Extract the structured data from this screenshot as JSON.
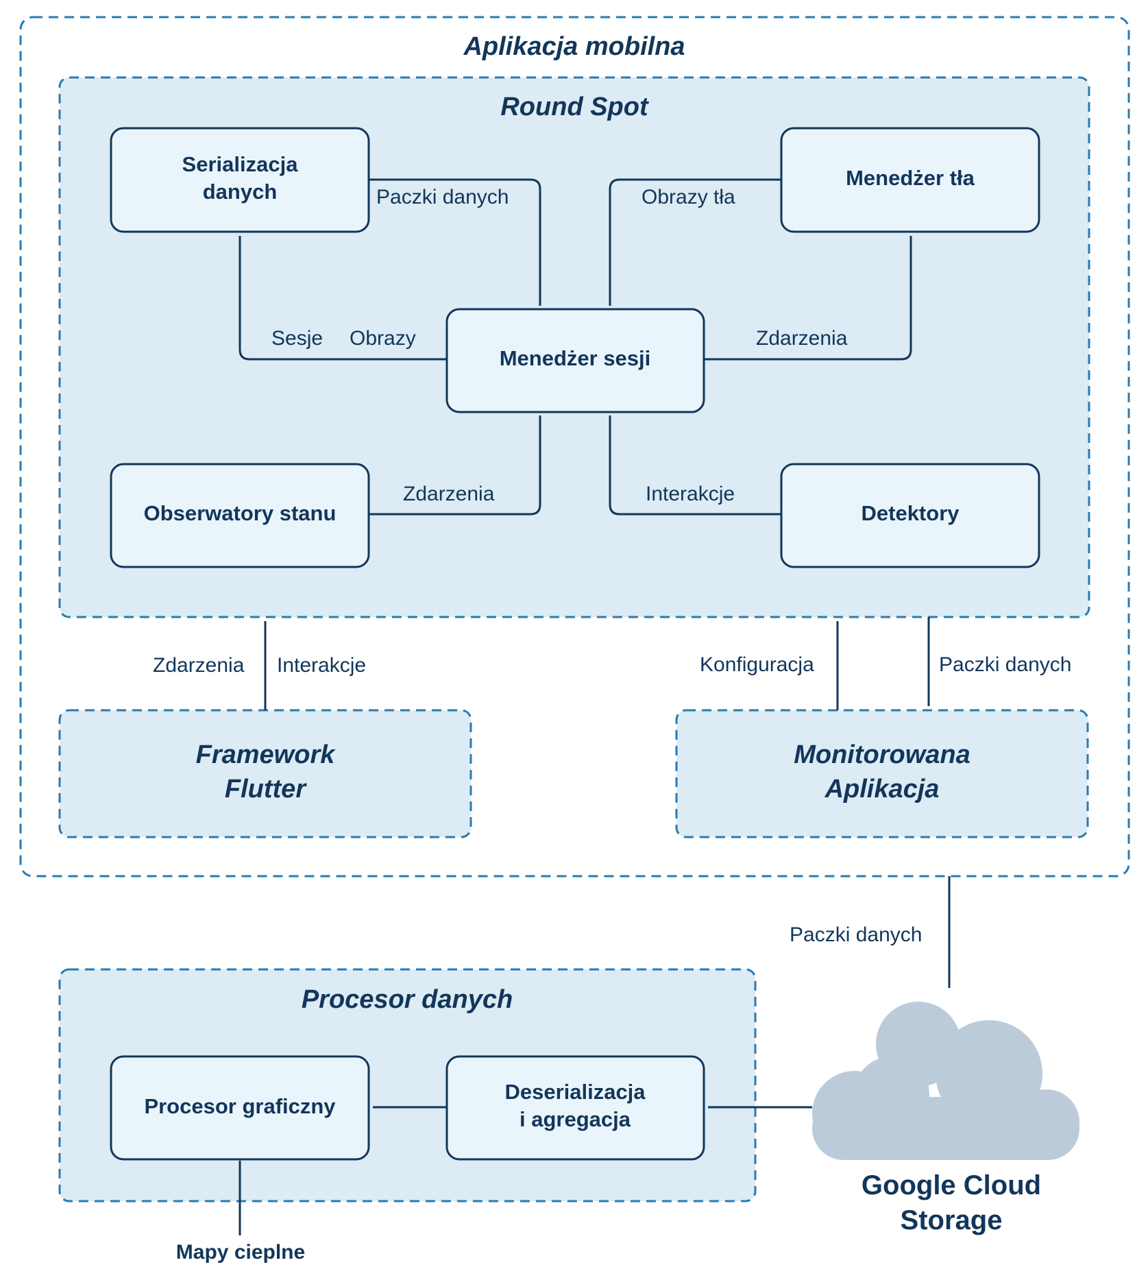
{
  "colors": {
    "ink": "#12365a",
    "dash_border": "#2a7ab2",
    "group_fill": "#dcebf4",
    "node_fill": "#eaf4fb",
    "cloud_fill": "#bccbd9"
  },
  "groups": {
    "mobile_app": "Aplikacja mobilna",
    "round_spot": "Round Spot",
    "flutter": [
      "Framework",
      "Flutter"
    ],
    "monitored_app": [
      "Monitorowana",
      "Aplikacja"
    ],
    "data_processor": "Procesor danych"
  },
  "nodes": {
    "serialization": [
      "Serializacja",
      "danych"
    ],
    "background_manager": "Menedżer tła",
    "session_manager": "Menedżer sesji",
    "state_observers": "Obserwatory stanu",
    "detectors": "Detektory",
    "graphics_processor": "Procesor graficzny",
    "deserialization": [
      "Deserializacja",
      "i agregacja"
    ],
    "cloud_storage": [
      "Google Cloud",
      "Storage"
    ],
    "heatmaps": "Mapy cieplne"
  },
  "edges": {
    "serialization_to_session": "Paczki danych",
    "background_to_session": "Obrazy tła",
    "session_to_serialization_sessions": "Sesje",
    "session_to_serialization_images": "Obrazy",
    "session_to_background": "Zdarzenia",
    "observers_to_session": "Zdarzenia",
    "detectors_to_session": "Interakcje",
    "flutter_events": "Zdarzenia",
    "flutter_interactions": "Interakcje",
    "app_config": "Konfiguracja",
    "roundspot_to_app": "Paczki danych",
    "app_to_cloud": "Paczki danych"
  }
}
